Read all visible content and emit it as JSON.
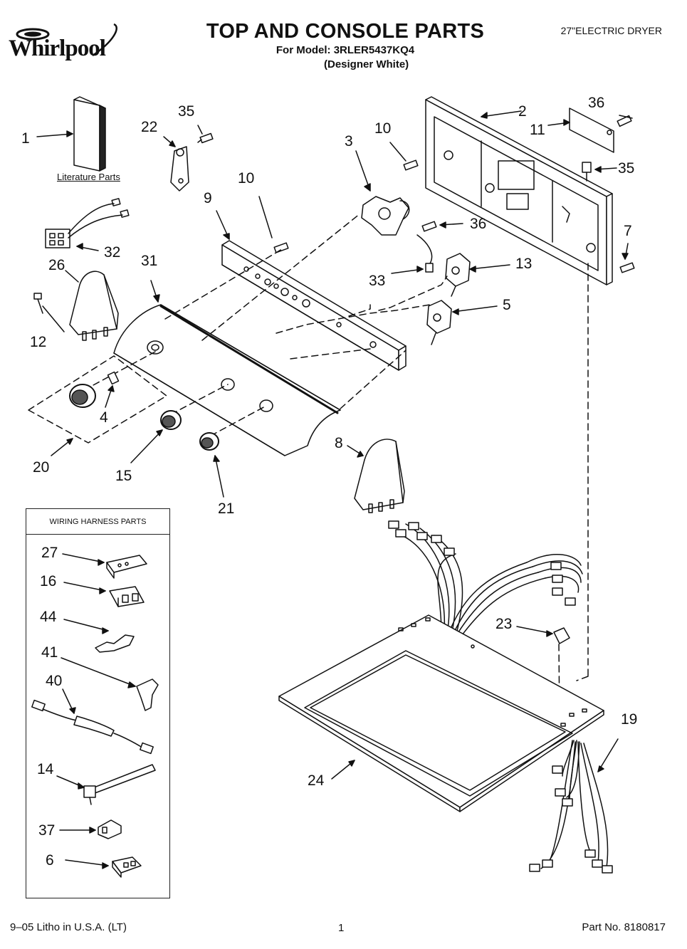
{
  "brand": {
    "name": "Whirlpool"
  },
  "header": {
    "title": "TOP AND CONSOLE PARTS",
    "model_line": "For Model: 3RLER5437KQ4",
    "variant": "(Designer White)",
    "product_type": "27\"ELECTRIC DRYER"
  },
  "literature_label": "Literature Parts",
  "harness": {
    "title": "WIRING HARNESS PARTS"
  },
  "callouts": {
    "c1": "1",
    "c2": "2",
    "c3": "3",
    "c4": "4",
    "c5": "5",
    "c6": "6",
    "c7": "7",
    "c8": "8",
    "c9": "9",
    "c10a": "10",
    "c10b": "10",
    "c11": "11",
    "c12": "12",
    "c13": "13",
    "c14": "14",
    "c15": "15",
    "c16": "16",
    "c19": "19",
    "c20": "20",
    "c21": "21",
    "c22": "22",
    "c23": "23",
    "c24": "24",
    "c26": "26",
    "c27": "27",
    "c31": "31",
    "c32": "32",
    "c33": "33",
    "c35a": "35",
    "c35b": "35",
    "c36a": "36",
    "c36b": "36",
    "c37": "37",
    "c40": "40",
    "c41": "41",
    "c44": "44"
  },
  "footer": {
    "litho": "9–05 Litho in U.S.A. (LT)",
    "page": "1",
    "part_no": "Part No. 8180817"
  }
}
